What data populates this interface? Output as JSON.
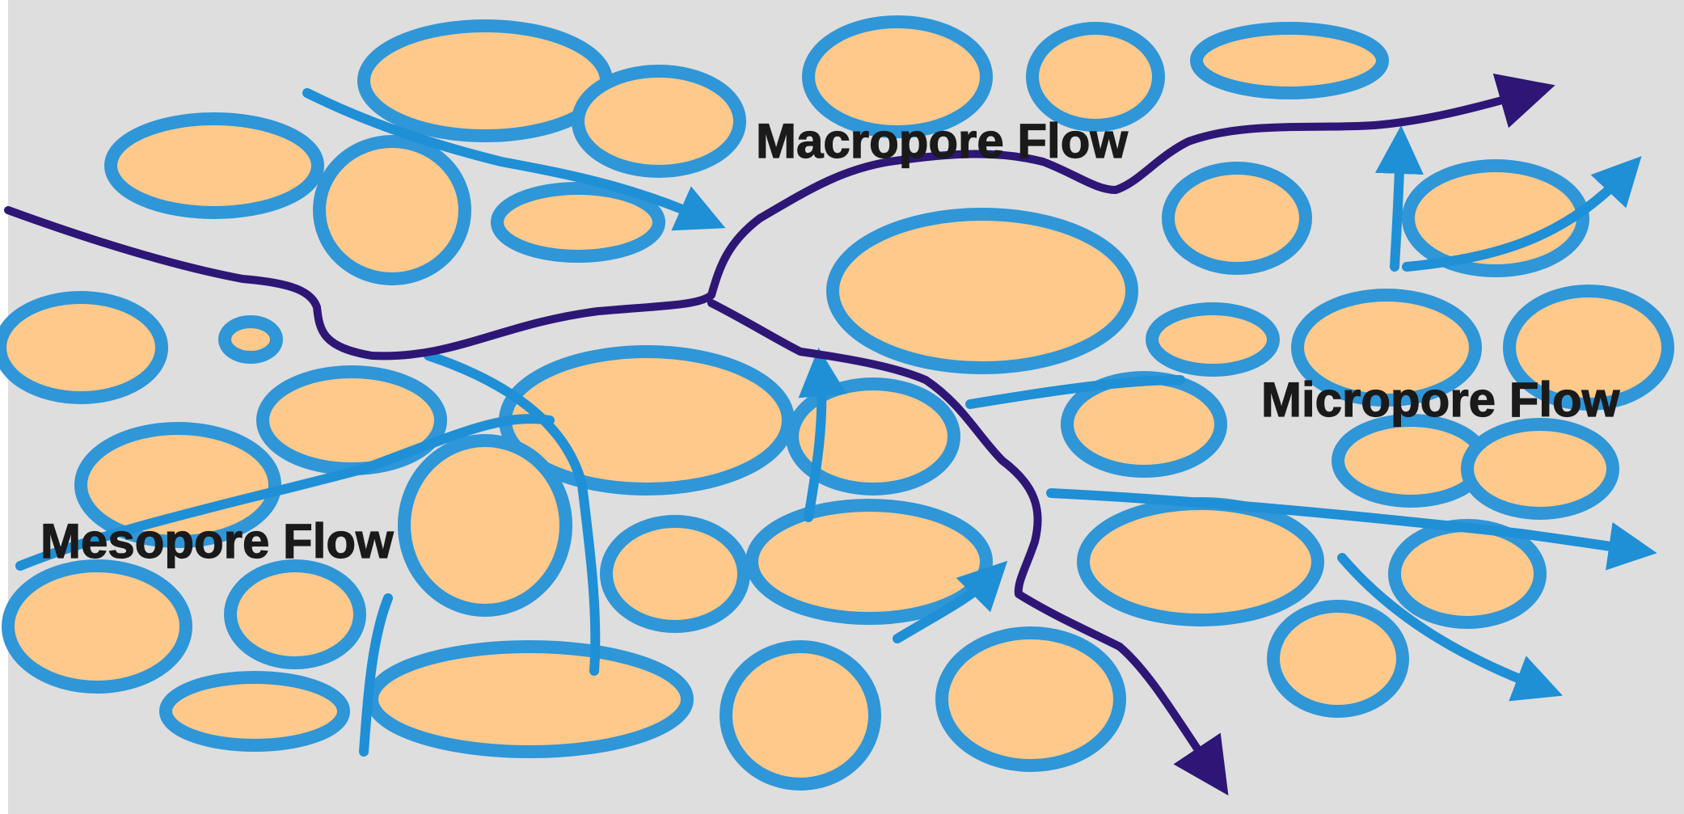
{
  "labels": {
    "macropore": "Macropore Flow",
    "micropore": "Micropore Flow",
    "mesopore": "Mesopore Flow"
  },
  "colors": {
    "background": "#dedede",
    "particle_fill": "#fec98a",
    "particle_outline": "#2f96d8",
    "water_film": "#6ccdf4",
    "mesopore_flow": "#1f8fd6",
    "macropore_flow": "#2e1676"
  }
}
